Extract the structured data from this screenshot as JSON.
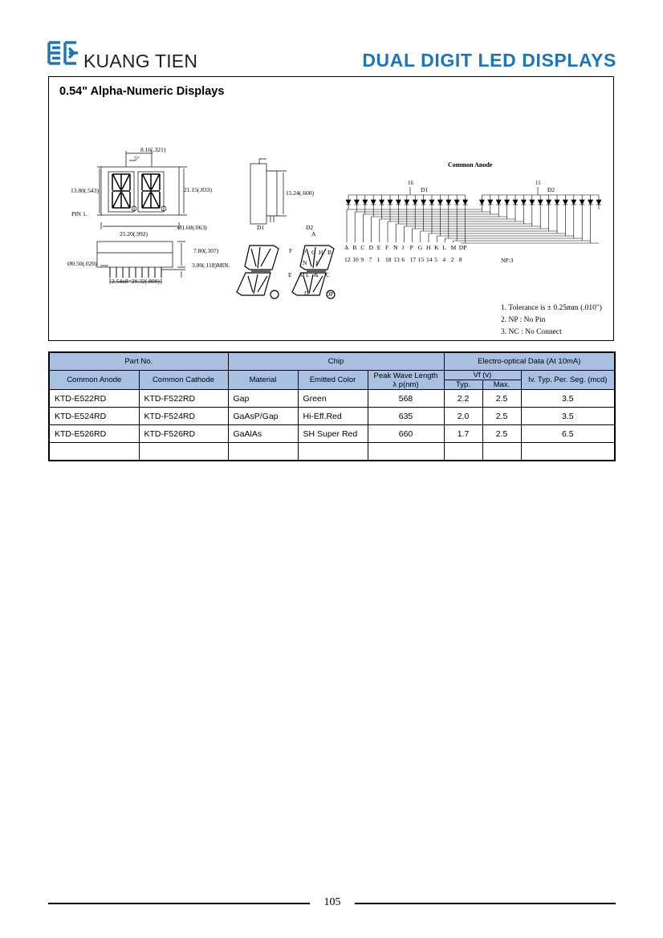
{
  "header": {
    "brand": "KUANG TIEN",
    "title": "DUAL DIGIT LED DISPLAYS"
  },
  "panel": {
    "subtitle": "0.54\" Alpha-Numeric Displays",
    "dims": {
      "d1": "8.16(.321)",
      "d2": "5°",
      "d3": "13.80(.543)",
      "d4": "21.15(.833)",
      "d5": "PIN 1.",
      "d6": "Ø1.60(.063)",
      "d7": "25.20(.992)",
      "d8": "7.80(.307)",
      "d9": "Ø0.50(.020)",
      "d10": "3.00(.118)MIN.",
      "d11": "2.54x8=20.32(.800)",
      "d12": "15.24(.600)"
    },
    "segment_labels": {
      "d1": "D1",
      "d2": "D2",
      "a": "A",
      "f": "F",
      "b": "B",
      "e": "E",
      "c": "C",
      "d": "D",
      "dp": "DP",
      "p": "P",
      "g": "G",
      "h": "H",
      "j": "J",
      "n": "N",
      "l": "L",
      "m": "M",
      "k": "K",
      "amp": "&"
    },
    "circuit": {
      "title": "Common Anode",
      "pin_d1": "16",
      "label_d1": "D1",
      "pin_d2": "11",
      "label_d2": "D2",
      "segments": [
        "A",
        "B",
        "C",
        "D",
        "E",
        "F",
        "N",
        "J",
        "P",
        "G",
        "H",
        "K",
        "L",
        "M",
        "DP"
      ],
      "pins": [
        "12",
        "10",
        "9",
        "7",
        "1",
        "18",
        "13",
        "6",
        "17",
        "15",
        "14",
        "5",
        "4",
        "2",
        "8"
      ],
      "np": "NP:3"
    },
    "notes": [
      "1. Tolerance is ± 0.25mm (.010\")",
      "2. NP : No Pin",
      "3. NC : No Connect"
    ]
  },
  "table": {
    "group_headers": {
      "part_no": "Part No.",
      "chip": "Chip",
      "electro": "Electro-optical Data (At 10mA)"
    },
    "headers": {
      "common_anode": "Common Anode",
      "common_cathode": "Common Cathode",
      "material": "Material",
      "emitted_color": "Emitted Color",
      "peak_wave": "Peak Wave Length",
      "peak_unit": "λ p(nm)",
      "vf": "Vf  (v)",
      "typ": "Typ.",
      "max": "Max.",
      "iv": "Iv. Typ. Per. Seg. (mcd)"
    },
    "rows": [
      {
        "anode": "KTD-E522RD",
        "cathode": "KTD-F522RD",
        "material": "Gap",
        "color": "Green",
        "peak": "568",
        "typ": "2.2",
        "max": "2.5",
        "iv": "3.5"
      },
      {
        "anode": "KTD-E524RD",
        "cathode": "KTD-F524RD",
        "material": "GaAsP/Gap",
        "color": "Hi-Eff.Red",
        "peak": "635",
        "typ": "2.0",
        "max": "2.5",
        "iv": "3.5"
      },
      {
        "anode": "KTD-E526RD",
        "cathode": "KTD-F526RD",
        "material": "GaAlAs",
        "color": "SH Super Red",
        "peak": "660",
        "typ": "1.7",
        "max": "2.5",
        "iv": "6.5"
      }
    ]
  },
  "footer": {
    "page": "105"
  }
}
